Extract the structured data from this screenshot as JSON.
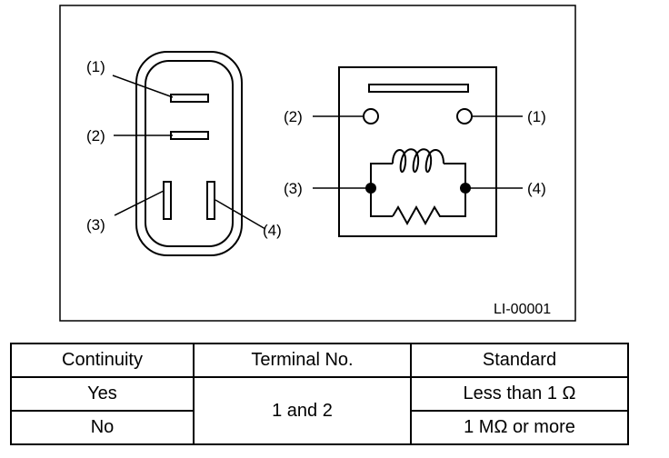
{
  "diagram": {
    "terminals": {
      "t1": "(1)",
      "t2": "(2)",
      "t3": "(3)",
      "t4": "(4)"
    },
    "figure_code": "LI-00001"
  },
  "table": {
    "headers": [
      "Continuity",
      "Terminal No.",
      "Standard"
    ],
    "rows": [
      {
        "continuity": "Yes",
        "terminal": "1 and 2",
        "standard": "Less than 1 Ω"
      },
      {
        "continuity": "No",
        "standard": "1 MΩ or more"
      }
    ]
  }
}
